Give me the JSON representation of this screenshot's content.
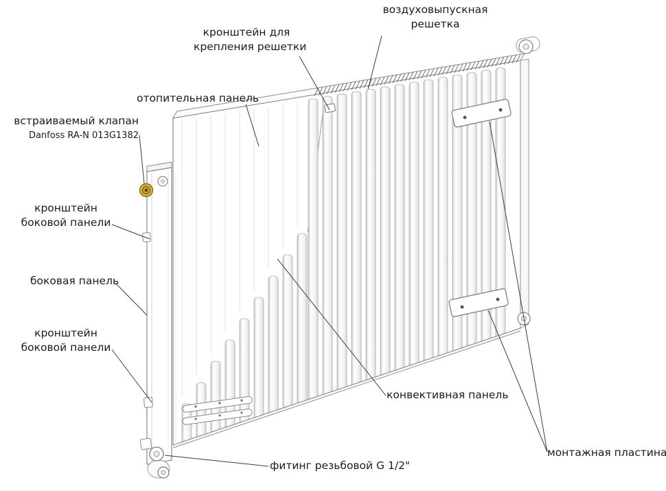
{
  "colors": {
    "background": "#ffffff",
    "outline": "#8a8a8a",
    "leader": "#3a3a3a",
    "fin_shadow": "#cfcfcf",
    "valve_gold": "#d9b23a",
    "valve_ring": "#6b5310",
    "valve_center": "#4e3c06"
  },
  "labels": {
    "air_grille": {
      "line1": "воздуховыпускная",
      "line2": "решетка"
    },
    "grille_bracket": {
      "line1": "кронштейн для",
      "line2": "крепления решетки"
    },
    "heating_panel": {
      "text": "отопительная панель"
    },
    "builtin_valve": {
      "line1": "встраиваемый клапан",
      "line2": "Danfoss RA-N 013G1382"
    },
    "side_panel_bracket_top": {
      "line1": "кронштейн",
      "line2": "боковой панели"
    },
    "side_panel": {
      "text": "боковая панель"
    },
    "side_panel_bracket_bottom": {
      "line1": "кронштейн",
      "line2": "боковой панели"
    },
    "convective_panel": {
      "text": "конвективная панель"
    },
    "mounting_plate": {
      "text": "монтажная пластина"
    },
    "threaded_fitting": {
      "text": "фитинг резьбовой G 1/2\""
    }
  }
}
